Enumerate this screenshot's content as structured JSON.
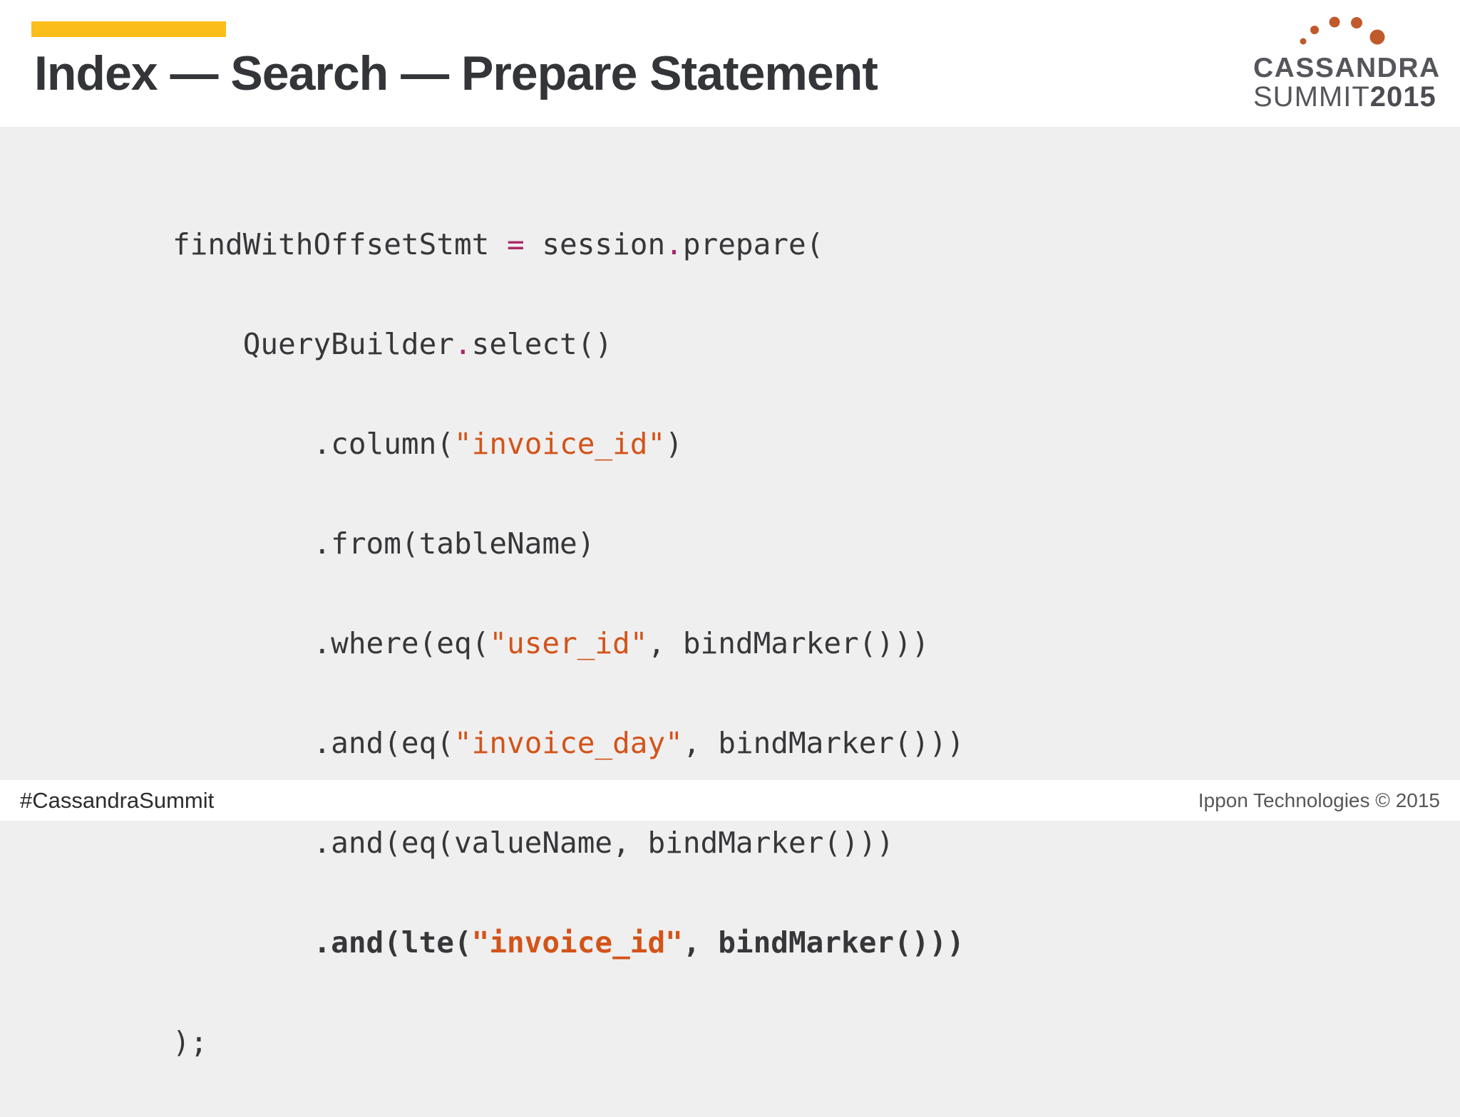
{
  "header": {
    "title": "Index — Search — Prepare Statement",
    "accent_color": "#fbbd1a",
    "title_color": "#333538"
  },
  "logo": {
    "line1": "CASSANDRA",
    "line2_light": "SUMMIT",
    "line2_bold": "2015",
    "text_color": "#55565b",
    "dots_color": "#c05a2b"
  },
  "code": {
    "colors": {
      "default": "#37373a",
      "operator": "#ab2a66",
      "string": "#d35419"
    },
    "lines": [
      {
        "bold": false,
        "tokens": [
          {
            "t": "findWithOffsetStmt "
          },
          {
            "t": "=",
            "k": "op"
          },
          {
            "t": " session"
          },
          {
            "t": ".",
            "k": "op"
          },
          {
            "t": "prepare("
          }
        ]
      },
      {
        "bold": false,
        "tokens": [
          {
            "t": "    QueryBuilder"
          },
          {
            "t": ".",
            "k": "op"
          },
          {
            "t": "select()"
          }
        ]
      },
      {
        "bold": false,
        "tokens": [
          {
            "t": "        .column("
          },
          {
            "t": "\"invoice_id\"",
            "k": "str"
          },
          {
            "t": ")"
          }
        ]
      },
      {
        "bold": false,
        "tokens": [
          {
            "t": "        .from(tableName)"
          }
        ]
      },
      {
        "bold": false,
        "tokens": [
          {
            "t": "        .where(eq("
          },
          {
            "t": "\"user_id\"",
            "k": "str"
          },
          {
            "t": ", bindMarker()))"
          }
        ]
      },
      {
        "bold": false,
        "tokens": [
          {
            "t": "        .and(eq("
          },
          {
            "t": "\"invoice_day\"",
            "k": "str"
          },
          {
            "t": ", bindMarker()))"
          }
        ]
      },
      {
        "bold": false,
        "tokens": [
          {
            "t": "        .and(eq(valueName, bindMarker()))"
          }
        ]
      },
      {
        "bold": true,
        "tokens": [
          {
            "t": "        .and(lte("
          },
          {
            "t": "\"invoice_id\"",
            "k": "str"
          },
          {
            "t": ", bindMarker()))"
          }
        ]
      },
      {
        "bold": false,
        "tokens": [
          {
            "t": ");"
          }
        ]
      }
    ]
  },
  "footer": {
    "hashtag": "#CassandraSummit",
    "copyright": "Ippon Technologies © 2015"
  }
}
